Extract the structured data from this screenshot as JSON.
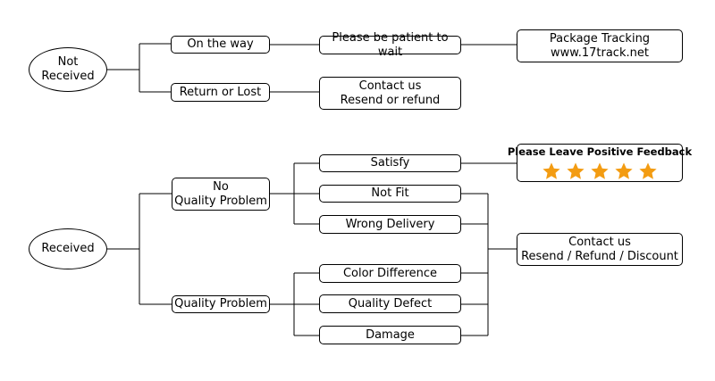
{
  "colors": {
    "line": "#000000",
    "star": "#f39c12"
  },
  "not_received": {
    "root": [
      "Not",
      "Received"
    ],
    "on_the_way": "On the way",
    "return_or_lost": "Return or Lost",
    "be_patient": "Please be patient to wait",
    "tracking": [
      "Package Tracking",
      "www.17track.net"
    ],
    "contact": [
      "Contact us",
      "Resend or refund"
    ]
  },
  "received": {
    "root": "Received",
    "no_quality_problem": [
      "No",
      "Quality Problem"
    ],
    "quality_problem": "Quality Problem",
    "satisfy": "Satisfy",
    "not_fit": "Not Fit",
    "wrong_delivery": "Wrong Delivery",
    "color_difference": "Color Difference",
    "quality_defect": "Quality Defect",
    "damage": "Damage",
    "feedback": {
      "title": "Please Leave Positive Feedback",
      "stars": 5
    },
    "contact": [
      "Contact us",
      "Resend / Refund / Discount"
    ]
  }
}
